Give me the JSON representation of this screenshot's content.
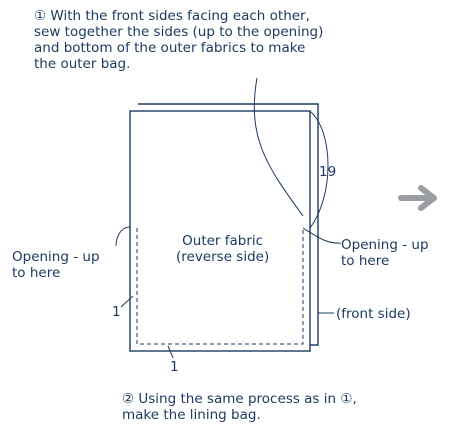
{
  "instructions": {
    "step1": "① With the front sides facing each other,\nsew together the sides (up to the opening)\nand bottom of the outer fabrics to make\nthe outer bag.",
    "step2": "② Using the same process as in ①,\nmake the lining bag."
  },
  "labels": {
    "outer_fabric": "Outer fabric\n(reverse side)",
    "opening_left": "Opening - up\nto here",
    "opening_right": "Opening - up\nto here",
    "front_side": "(front side)",
    "seam_allowance_side": "1",
    "seam_allowance_bottom": "1",
    "opening_length": "19"
  },
  "colors": {
    "line": "#1d3a63",
    "arrow": "#9a9ea3"
  },
  "icons": {
    "next_step": "right-arrow-icon"
  }
}
